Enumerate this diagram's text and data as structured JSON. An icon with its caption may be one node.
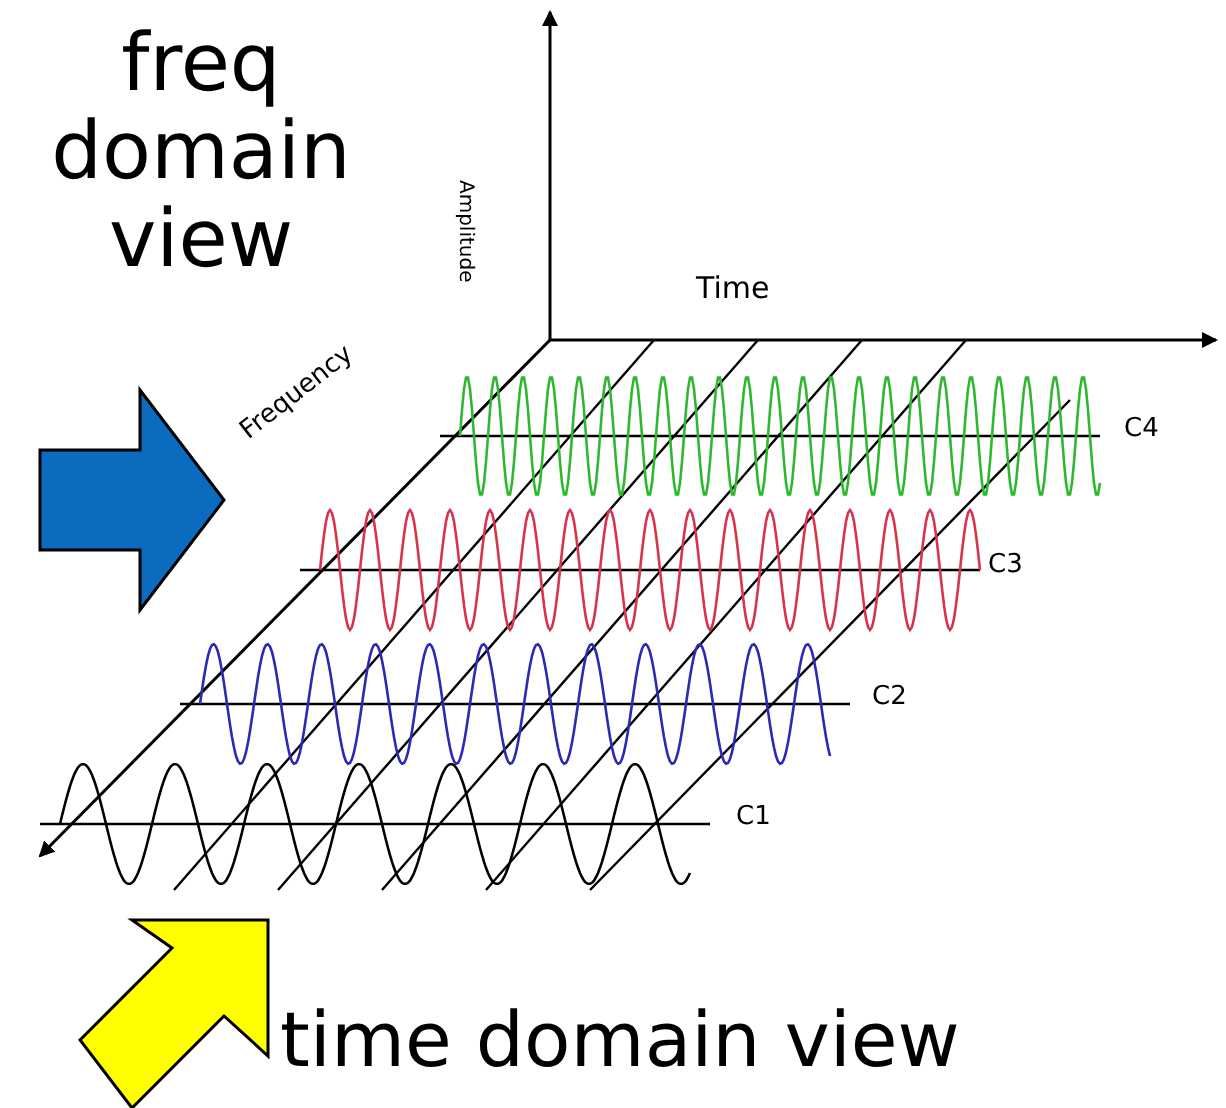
{
  "diagram": {
    "labels": [
      "freq domain view",
      "Amplitude",
      "Time",
      "Frequency",
      "C4",
      "C3",
      "C2",
      "C1",
      "time domain view"
    ]
  }
}
